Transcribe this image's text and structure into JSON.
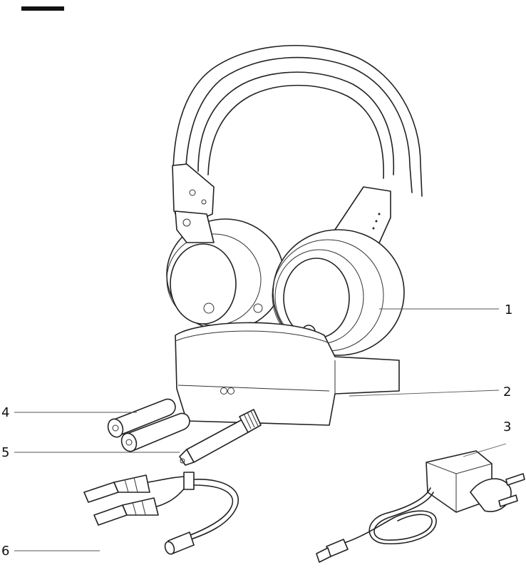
{
  "callouts": [
    {
      "id": "headphones",
      "text": "1"
    },
    {
      "id": "dock",
      "text": "2"
    },
    {
      "id": "adapter",
      "text": "3"
    },
    {
      "id": "batteries",
      "text": "4"
    },
    {
      "id": "jack-adapter",
      "text": "5"
    },
    {
      "id": "audio-cable",
      "text": "6"
    }
  ]
}
